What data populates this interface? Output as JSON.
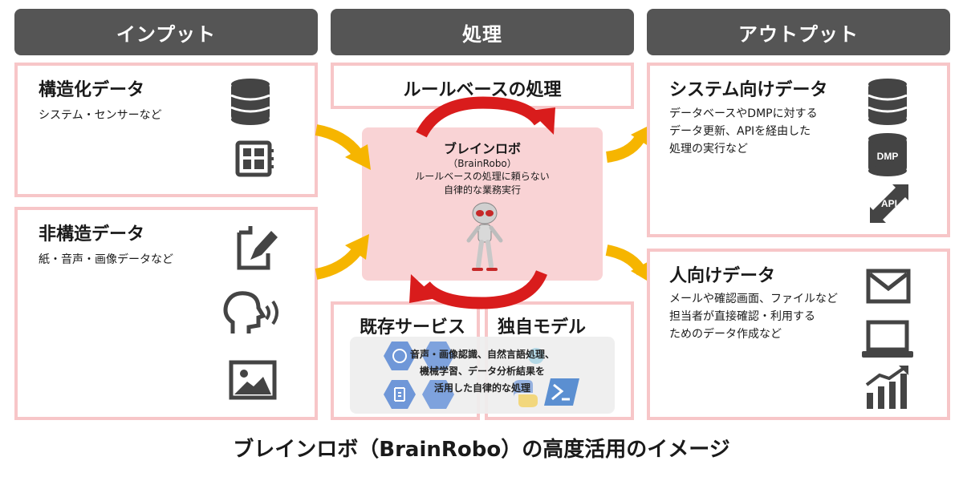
{
  "headers": {
    "input": "インプット",
    "process": "処理",
    "output": "アウトプット"
  },
  "input": {
    "structured": {
      "title": "構造化データ",
      "desc": "システム・センサーなど"
    },
    "unstructured": {
      "title": "非構造データ",
      "desc": "紙・音声・画像データなど"
    }
  },
  "process": {
    "rule_title": "ルールベースの処理",
    "robo_title": "ブレインロボ",
    "robo_sub": "（BrainRobo）",
    "robo_desc1": "ルールベースの処理に頼らない",
    "robo_desc2": "自律的な業務実行",
    "existing": "既存サービス",
    "custom": "独自モデル",
    "ai_line1": "音声・画像認識、自然言語処理、",
    "ai_line2": "機械学習、データ分析結果を",
    "ai_line3": "活用した自律的な処理"
  },
  "output": {
    "system": {
      "title": "システム向けデータ",
      "line1": "データベースやDMPに対する",
      "line2": "データ更新、APIを経由した",
      "line3": "処理の実行など"
    },
    "human": {
      "title": "人向けデータ",
      "line1": "メールや確認画面、ファイルなど",
      "line2": "担当者が直接確認・利用する",
      "line3": "ためのデータ作成など"
    }
  },
  "icons": {
    "dmp_label": "DMP",
    "api_label": "API"
  },
  "footer": "ブレインロボ（BrainRobo）の高度活用のイメージ",
  "colors": {
    "header": "#555555",
    "panel_border": "#f7c6c8",
    "center_fill": "#f9d3d5",
    "arrow_yellow": "#f6b500",
    "arrow_red": "#d91c1c",
    "icon": "#444444"
  }
}
